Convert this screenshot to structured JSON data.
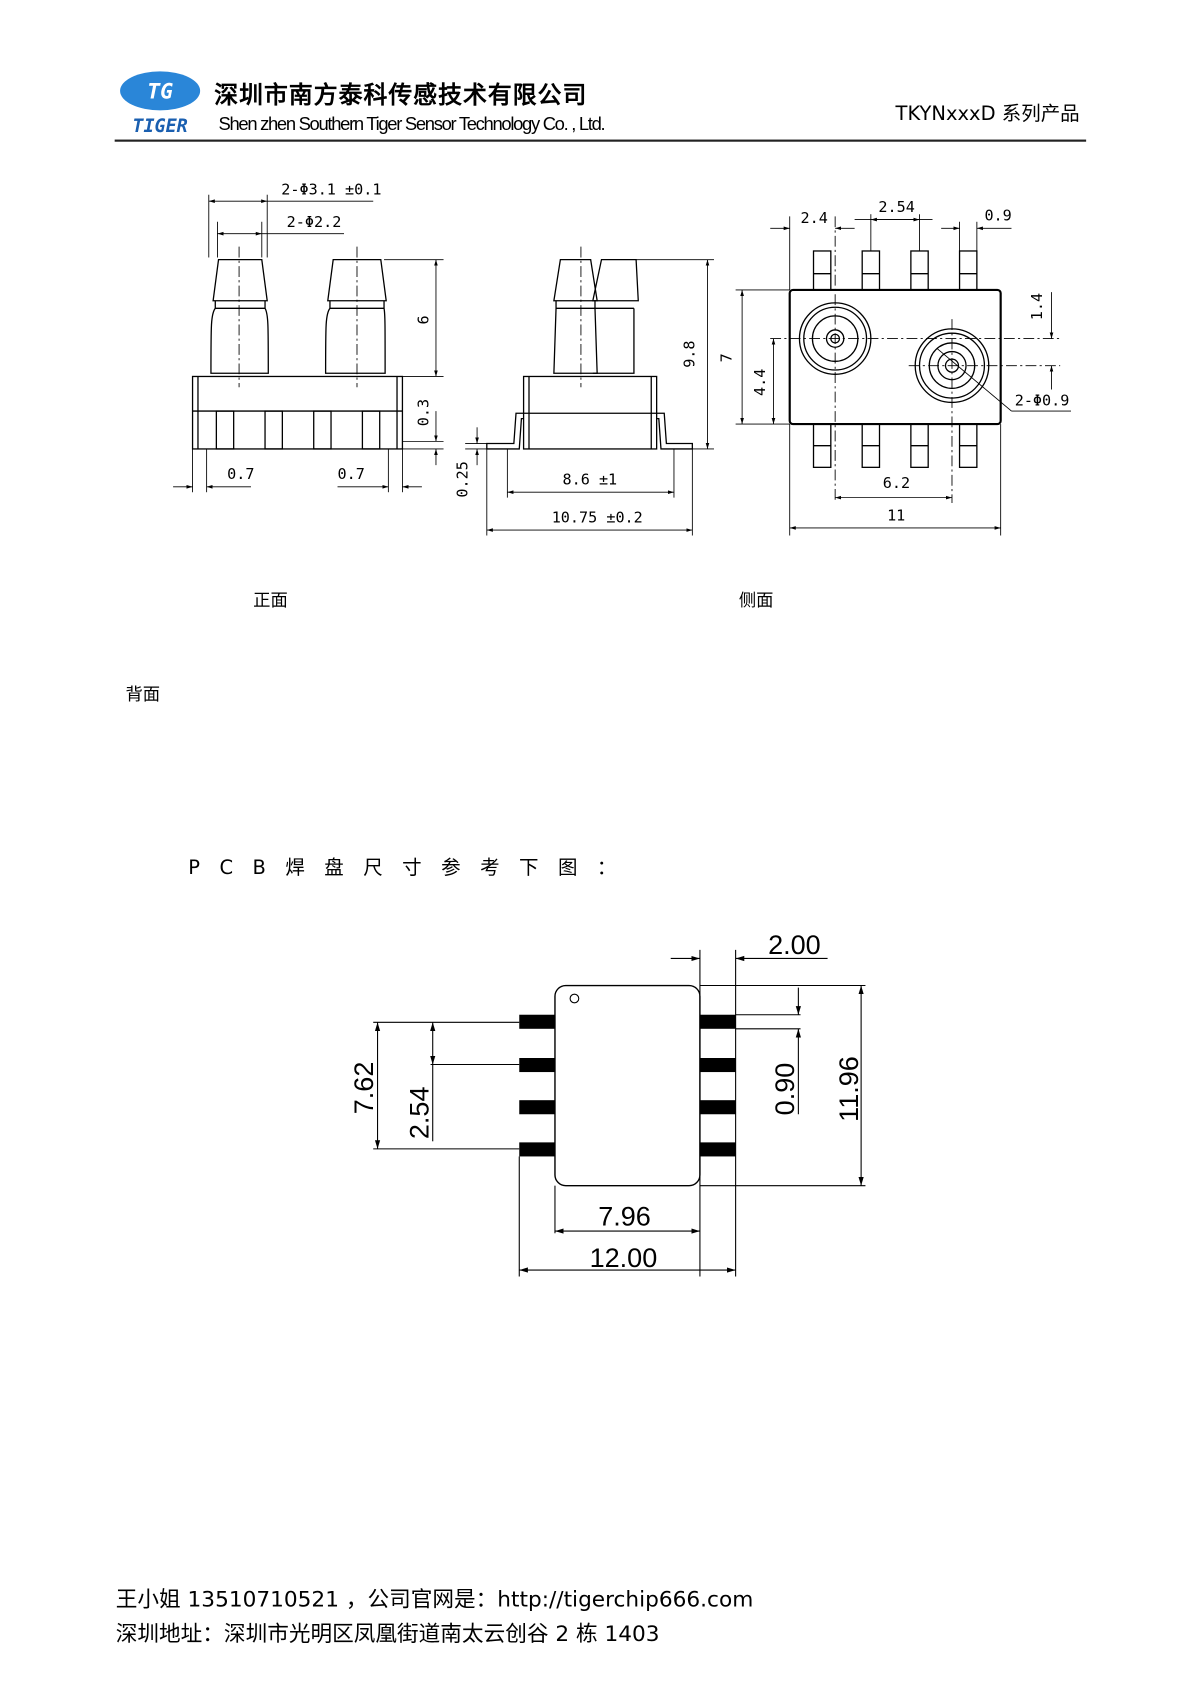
{
  "header": {
    "logo_text": "TG",
    "logo_brand": "TIGER",
    "company_cn": "深圳市南方泰科传感技术有限公司",
    "company_en": "Shen zhen Southern Tiger Sensor Technology Co. , Ltd.",
    "series": "TKYNxxxD 系列产品",
    "brand_color": "#2a86d8"
  },
  "drawing": {
    "front": {
      "d_outer": "2-Φ3.1 ±0.1",
      "d_inner": "2-Φ2.2",
      "height": "6",
      "gap": "0.3",
      "pin_left": "0.7",
      "pin_right": "0.7"
    },
    "side": {
      "total_height": "9.8",
      "lead": "0.25",
      "body_width": "8.6 ±1",
      "total_width": "10.75 ±0.2"
    },
    "top": {
      "pin_offset": "2.4",
      "pitch": "2.54",
      "pin_width": "0.9",
      "port_offset": "1.4",
      "height": "7",
      "port_y": "4.4",
      "hole": "2-Φ0.9",
      "port_spacing": "6.2",
      "width": "11"
    },
    "captions": {
      "front": "正面",
      "side": "侧面",
      "back": "背面"
    }
  },
  "pcb": {
    "title": "PCB焊盘尺寸参考下图：",
    "dims": {
      "pad_length": "2.00",
      "row_span": "7.62",
      "pitch": "2.54",
      "pad_width": "0.90",
      "body_height": "11.96",
      "body_width": "7.96",
      "total_width": "12.00"
    }
  },
  "footer": {
    "contact": "王小姐 13510710521 ，公司官网是：http://tigerchip666.com",
    "address": "深圳地址：深圳市光明区凤凰街道南太云创谷 2 栋 1403"
  }
}
